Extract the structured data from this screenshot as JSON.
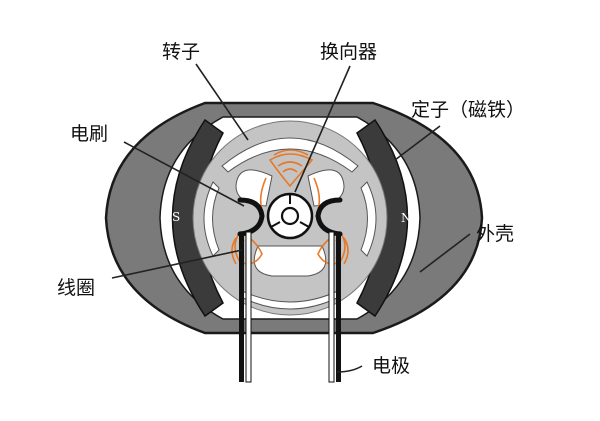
{
  "labels": {
    "rotor": "转子",
    "commutator": "换向器",
    "stator": "定子（磁铁）",
    "brush": "电刷",
    "housing": "外壳",
    "coil": "线圈",
    "electrode": "电极"
  },
  "poles": {
    "south": "S",
    "north": "N"
  },
  "colors": {
    "housing_fill": "#7a7a7a",
    "housing_outline": "#1a1a1a",
    "magnet_fill": "#3b3b3b",
    "rotor_fill": "#c4c4c4",
    "coil_color": "#e8741f",
    "leader_line": "#222222"
  }
}
